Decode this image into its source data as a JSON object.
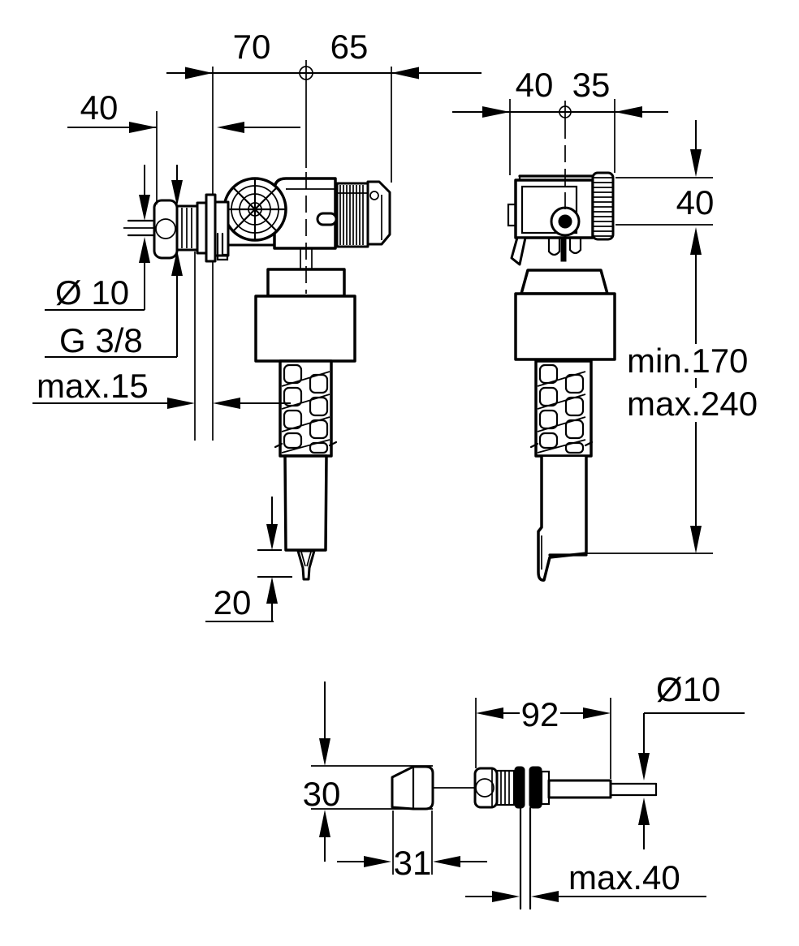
{
  "drawing": {
    "background": "#ffffff",
    "line_color": "#000000",
    "front_view": {
      "dim_width_left": "70",
      "dim_width_right": "65",
      "dim_offset": "40",
      "label_pipe_diameter": "Ø 10",
      "label_thread": "G 3/8",
      "label_wall": "max.15",
      "dim_outlet_tip": "20"
    },
    "side_view": {
      "dim_depth_left": "40",
      "dim_depth_right": "35",
      "dim_outlet_drop": "40",
      "label_min_height": "min.170",
      "label_max_height": "max.240"
    },
    "detail_view": {
      "dim_rod_length": "92",
      "label_rod_diameter": "Ø10",
      "dim_cap_diameter": "30",
      "dim_cap_length": "31",
      "label_insert_depth": "max.40"
    }
  }
}
